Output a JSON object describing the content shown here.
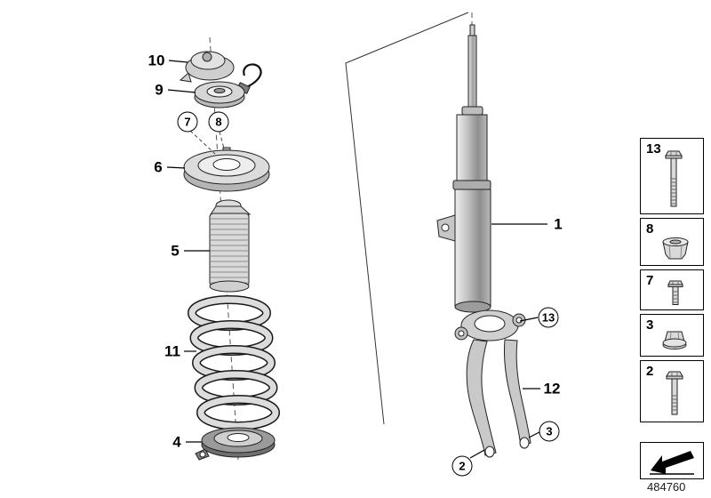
{
  "diagram": {
    "part_number": "484760",
    "callouts": {
      "n1": "1",
      "n2": "2",
      "n3": "3",
      "n4": "4",
      "n5": "5",
      "n6": "6",
      "n7": "7",
      "n8": "8",
      "n9": "9",
      "n10": "10",
      "n11": "11",
      "n12": "12",
      "n13": "13"
    },
    "legend": {
      "items": [
        {
          "label": "13",
          "icon": "hex-flange-bolt-long-icon"
        },
        {
          "label": "8",
          "icon": "collar-nut-icon"
        },
        {
          "label": "7",
          "icon": "hex-bolt-short-icon"
        },
        {
          "label": "3",
          "icon": "hex-flange-nut-icon"
        },
        {
          "label": "2",
          "icon": "hex-bolt-icon"
        }
      ],
      "direction_icon": "direction-arrow-icon"
    }
  }
}
